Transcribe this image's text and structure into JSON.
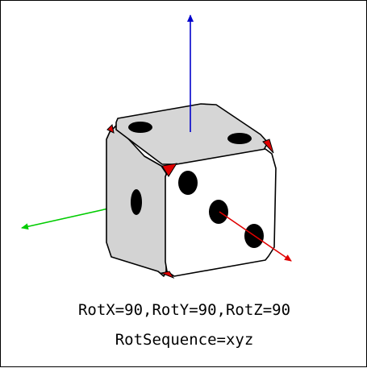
{
  "figure": {
    "caption_line_1": "RotX=90,RotY=90,RotZ=90",
    "caption_line_2": "RotSequence=xyz"
  },
  "axes": {
    "x_color": "#e00000",
    "y_color": "#00cc00",
    "z_color": "#0000cc"
  },
  "die": {
    "face_color": "#ffffff",
    "side_color": "#d3d3d3",
    "top_color": "#d6d6d6",
    "corner_color": "#e00000",
    "pip_color": "#000000",
    "front_face_pips": 3,
    "top_face_pips": 2,
    "left_face_pips": 1
  }
}
